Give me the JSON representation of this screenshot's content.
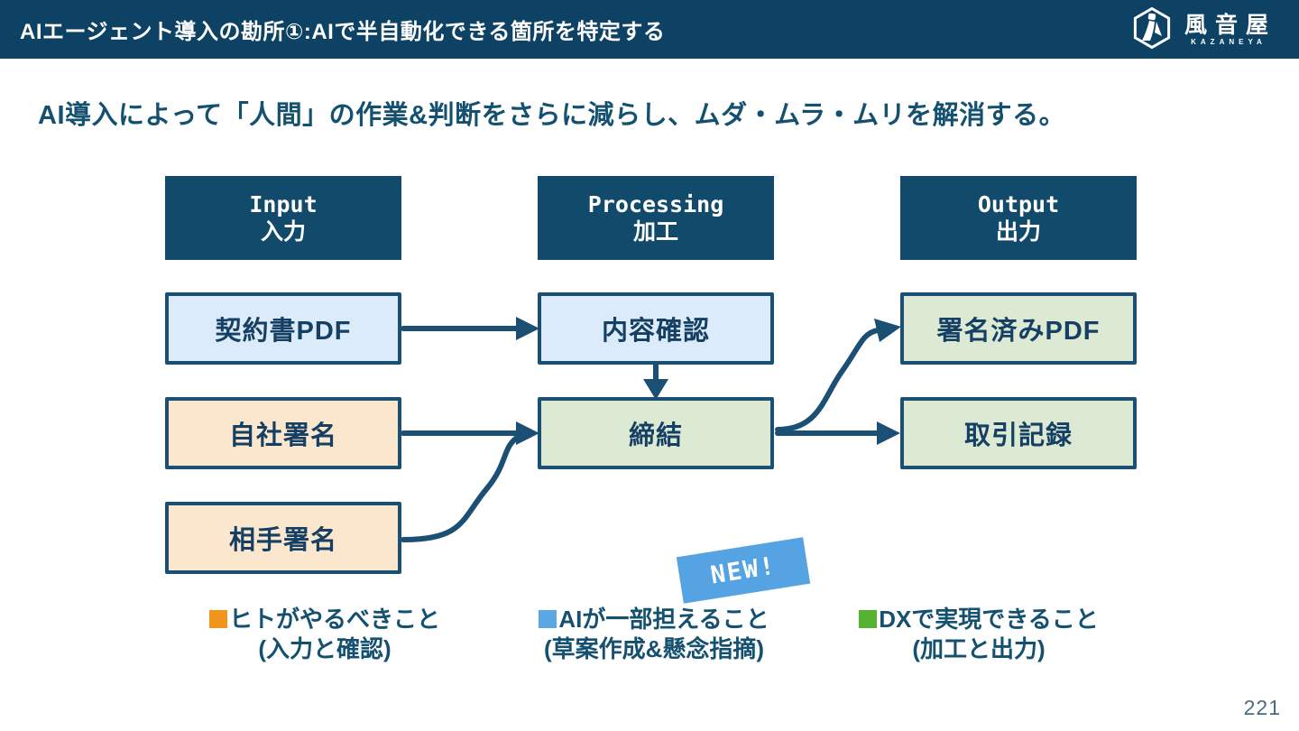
{
  "header": {
    "title": "AIエージェント導入の勘所①:AIで半自動化できる箇所を特定する",
    "logo": {
      "name": "風音屋",
      "romaji": "KAZANEYA"
    }
  },
  "subtitle": "AI導入によって「人間」の作業&判断をさらに減らし、ムダ・ムラ・ムリを解消する。",
  "diagram": {
    "columns": [
      {
        "en": "Input",
        "ja": "入力"
      },
      {
        "en": "Processing",
        "ja": "加工"
      },
      {
        "en": "Output",
        "ja": "出力"
      }
    ],
    "nodes": {
      "contract_pdf": "契約書PDF",
      "company_sign": "自社署名",
      "partner_sign": "相手署名",
      "content_check": "内容確認",
      "conclude": "締結",
      "signed_pdf": "署名済みPDF",
      "transaction_record": "取引記録"
    },
    "badge": "NEW!"
  },
  "legend": {
    "items": [
      {
        "label": "ヒトがやるべきこと",
        "sub": "(入力と確認)",
        "color": "#f0961c"
      },
      {
        "label": "AIが一部担えること",
        "sub": "(草案作成&懸念指摘)",
        "color": "#5aa7e4"
      },
      {
        "label": "DXで実現できること",
        "sub": "(加工と出力)",
        "color": "#55b232"
      }
    ]
  },
  "page_number": "221",
  "colors": {
    "topbar": "#0e4264",
    "header_box": "#114a6b",
    "arrow_and_border": "#1b4f73",
    "node_blue": "#dcebf9",
    "node_orange": "#fbe7cd",
    "node_green": "#dcead3",
    "badge_blue": "#55a3e2",
    "subtitle_text": "#14506f"
  }
}
